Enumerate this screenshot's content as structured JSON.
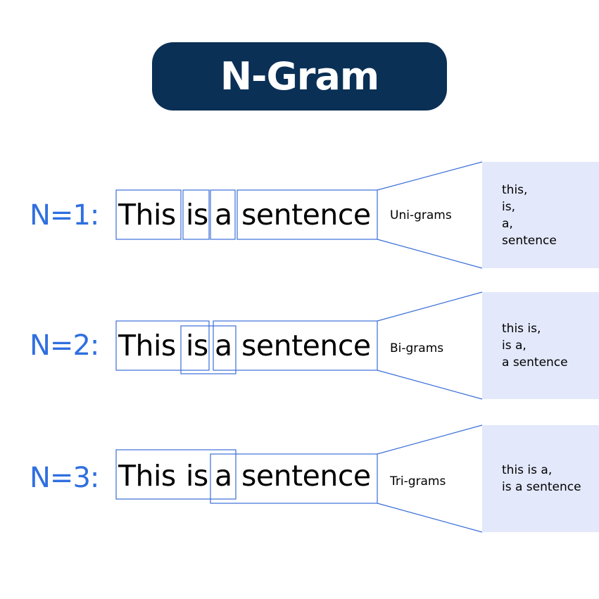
{
  "title": "N-Gram",
  "rows": [
    {
      "n_label": "N=1:",
      "words": [
        "This",
        "is",
        "a",
        "sentence"
      ],
      "gram_label": "Uni-grams",
      "results": [
        "this,",
        "is,",
        "a,",
        "sentence"
      ]
    },
    {
      "n_label": "N=2:",
      "words": [
        "This",
        "is",
        "a",
        "sentence"
      ],
      "gram_label": "Bi-grams",
      "results": [
        "this is,",
        "is a,",
        "a sentence"
      ]
    },
    {
      "n_label": "N=3:",
      "words": [
        "This",
        "is",
        "a",
        "sentence"
      ],
      "gram_label": "Tri-grams",
      "results": [
        "this is a,",
        "is a sentence"
      ]
    }
  ],
  "colors": {
    "title_bg": "#0b3056",
    "accent_blue": "#2f6fe0",
    "result_bg": "#e3e8fb",
    "box_stroke": "#3b6fd8"
  }
}
